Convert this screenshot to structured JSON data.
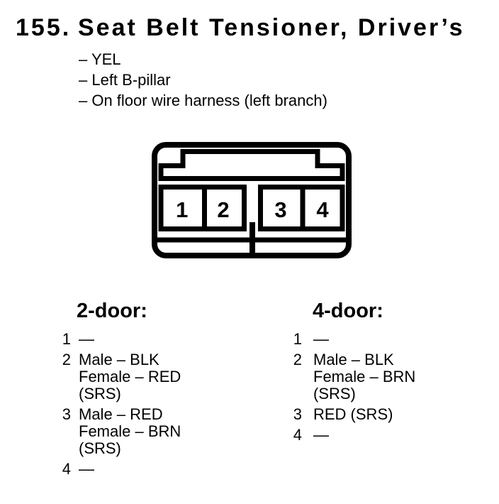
{
  "header": {
    "number": "155.",
    "title": "Seat Belt Tensioner, Driver’s",
    "attributes": [
      "– YEL",
      "– Left B-pillar",
      "– On floor wire harness (left branch)"
    ]
  },
  "connector": {
    "pins": [
      "1",
      "2",
      "3",
      "4"
    ]
  },
  "sections": [
    {
      "heading": "2-door:",
      "rows": [
        {
          "pin": "1",
          "lines": [
            "—"
          ]
        },
        {
          "pin": "2",
          "lines": [
            "Male – BLK",
            "Female – RED",
            "(SRS)"
          ]
        },
        {
          "pin": "3",
          "lines": [
            "Male – RED",
            "Female – BRN",
            "(SRS)"
          ]
        },
        {
          "pin": "4",
          "lines": [
            "—"
          ]
        }
      ]
    },
    {
      "heading": "4-door:",
      "rows": [
        {
          "pin": "1",
          "lines": [
            "—"
          ]
        },
        {
          "pin": "2",
          "lines": [
            "Male – BLK",
            "Female – BRN",
            "(SRS)"
          ]
        },
        {
          "pin": "3",
          "lines": [
            "RED (SRS)"
          ]
        },
        {
          "pin": "4",
          "lines": [
            "—"
          ]
        }
      ]
    }
  ],
  "colors": {
    "ink": "#000000",
    "paper": "#ffffff"
  }
}
